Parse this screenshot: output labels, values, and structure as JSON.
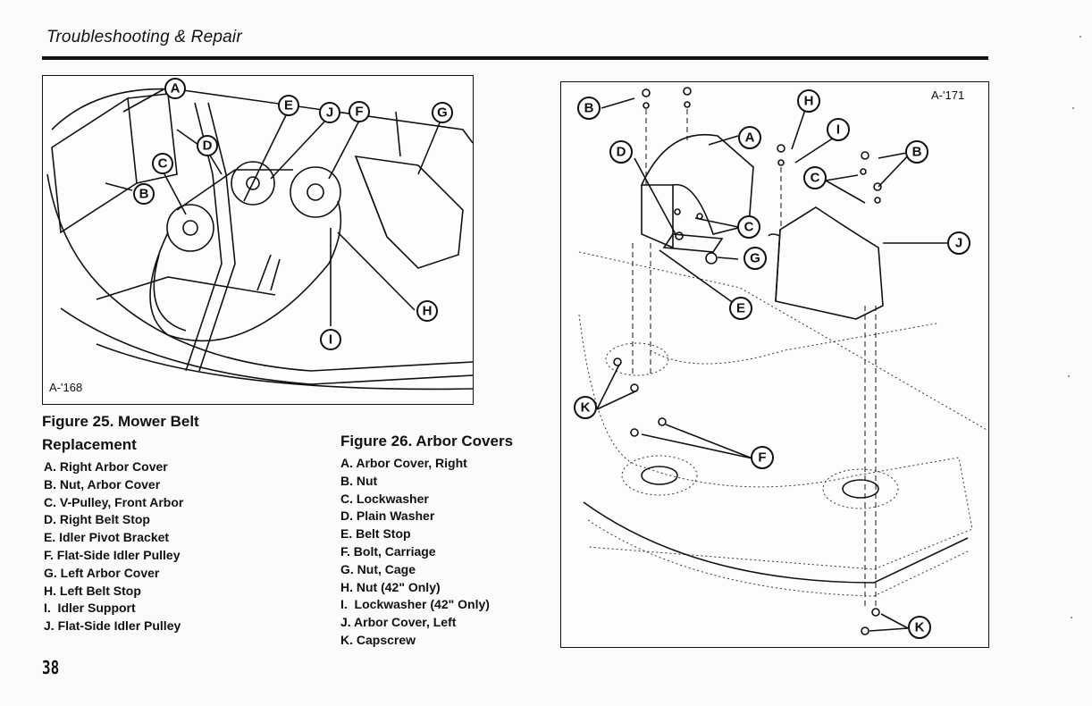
{
  "header": {
    "title": "Troubleshooting & Repair"
  },
  "figure25": {
    "image_id": "A-'168",
    "title_line1": "Figure 25. Mower Belt",
    "title_line2": "Replacement",
    "callouts": [
      "A",
      "B",
      "C",
      "D",
      "E",
      "F",
      "G",
      "H",
      "I",
      "J"
    ],
    "parts": [
      "A. Right Arbor Cover",
      "B. Nut, Arbor Cover",
      "C. V-Pulley, Front Arbor",
      "D. Right Belt Stop",
      "E. Idler Pivot Bracket",
      "F. Flat-Side Idler Pulley",
      "G. Left Arbor Cover",
      "H. Left Belt Stop",
      "I.  Idler Support",
      "J. Flat-Side Idler Pulley"
    ]
  },
  "figure26": {
    "image_id": "A-'171",
    "title": "Figure 26. Arbor Covers",
    "callouts": [
      "A",
      "B",
      "B",
      "C",
      "C",
      "D",
      "E",
      "F",
      "G",
      "H",
      "I",
      "J",
      "K",
      "K"
    ],
    "parts": [
      "A. Arbor Cover, Right",
      "B. Nut",
      "C. Lockwasher",
      "D. Plain Washer",
      "E. Belt Stop",
      "F. Bolt, Carriage",
      "G. Nut, Cage",
      "H. Nut (42\" Only)",
      "I.  Lockwasher (42\" Only)",
      "J. Arbor Cover, Left",
      "K. Capscrew"
    ]
  },
  "page_number": "38"
}
